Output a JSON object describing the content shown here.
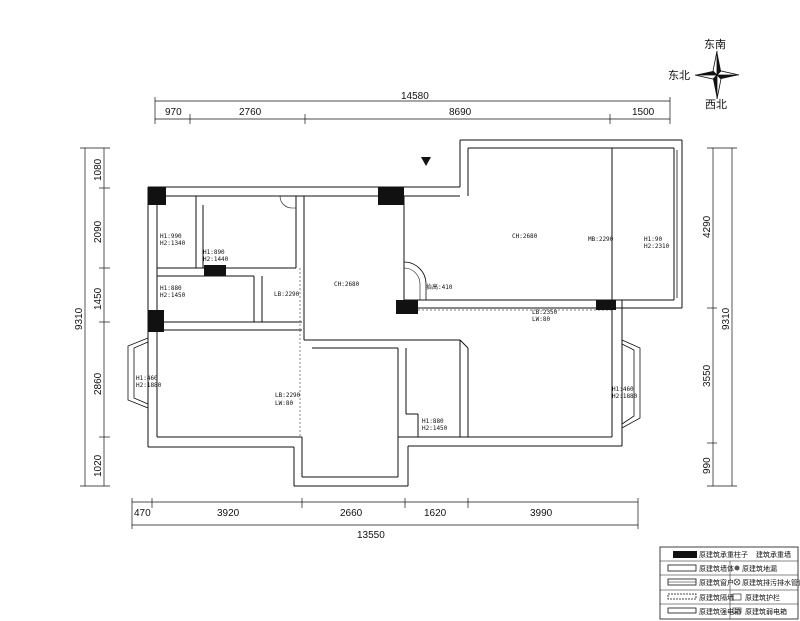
{
  "compass": {
    "ne": "东南",
    "nw": "东北",
    "sw": "西北"
  },
  "dims_top": {
    "total": "14580",
    "seg1": "970",
    "seg2": "2760",
    "seg3": "8690",
    "seg4": "1500"
  },
  "dims_bottom": {
    "total": "13550",
    "seg1": "470",
    "seg2": "3920",
    "seg3": "2660",
    "seg4": "1620",
    "seg5": "3990"
  },
  "dims_left": {
    "total": "9310",
    "seg1": "1080",
    "seg2": "2090",
    "seg3": "1450",
    "seg4": "2860",
    "seg5": "1020"
  },
  "dims_right": {
    "total": "9310",
    "seg1": "4290",
    "seg2": "3550",
    "seg3": "990"
  },
  "labels": {
    "r1a": "H1:990",
    "r1b": "H2:1340",
    "r2a": "H1:890",
    "r2b": "H2:1440",
    "r3a": "H1:880",
    "r3b": "H2:1450",
    "lb1": "LB:2290",
    "ch1": "CH:2680",
    "ch2": "CH:2680",
    "lift": "抬高:410",
    "mb": "MB:2290",
    "r4a": "H1:90",
    "r4b": "H2:2310",
    "lb2a": "LB:2350",
    "lb2b": "LW:80",
    "r5a": "H1:460",
    "r5b": "H2:1880",
    "lb3a": "LB:2290",
    "lb3b": "LW:80",
    "r6a": "H1:880",
    "r6b": "H2:1450",
    "r7a": "H1:460",
    "r7b": "H2:1880"
  },
  "legend": {
    "row1_left": "原建筑承重柱子",
    "row1_right": "建筑承重墙",
    "row2_left": "原建筑墙体",
    "row2_right": "原建筑地漏",
    "row3_left": "原建筑窗户",
    "row3_right": "原建筑排污排水管道",
    "row4_left": "原建筑隔墙",
    "row4_right": "原建筑护栏",
    "row5_left": "原建筑强电箱",
    "row5_right": "原建筑弱电箱"
  }
}
